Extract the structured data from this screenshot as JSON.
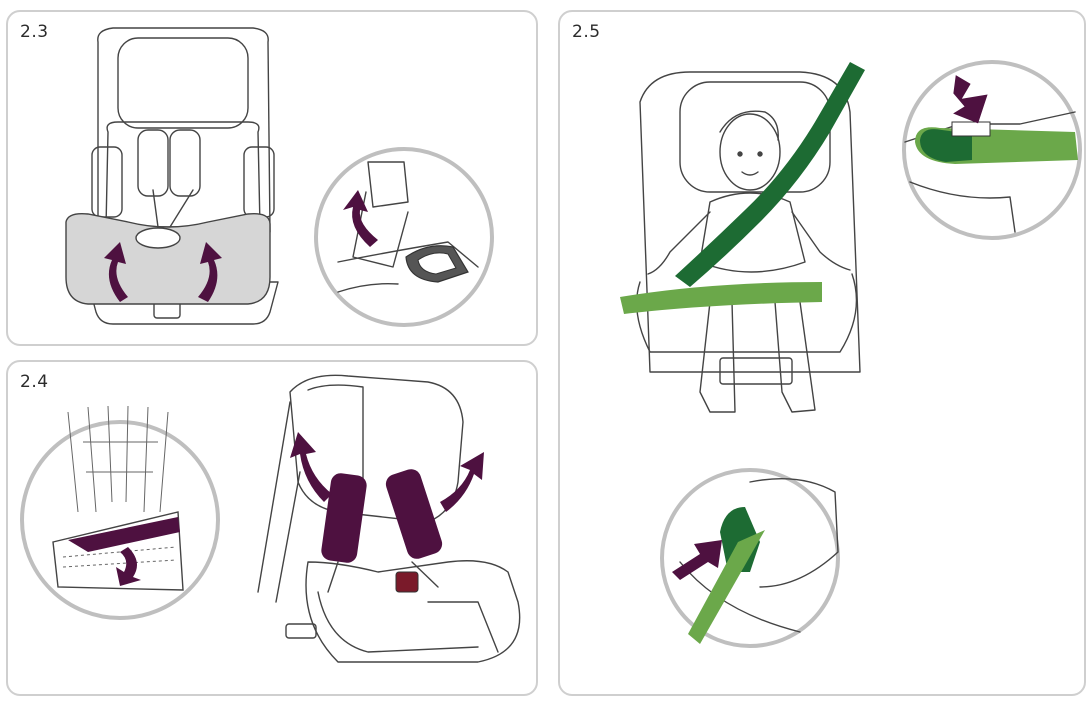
{
  "steps": {
    "s23": "2.3",
    "s24": "2.4",
    "s25": "2.5"
  },
  "colors": {
    "arrow": "#4e1140",
    "pad": "#4e1140",
    "belt_dark": "#1d6b33",
    "belt_light": "#6ba84a",
    "panel_border": "#cfcfcf",
    "shade": "#d6d6d6"
  }
}
